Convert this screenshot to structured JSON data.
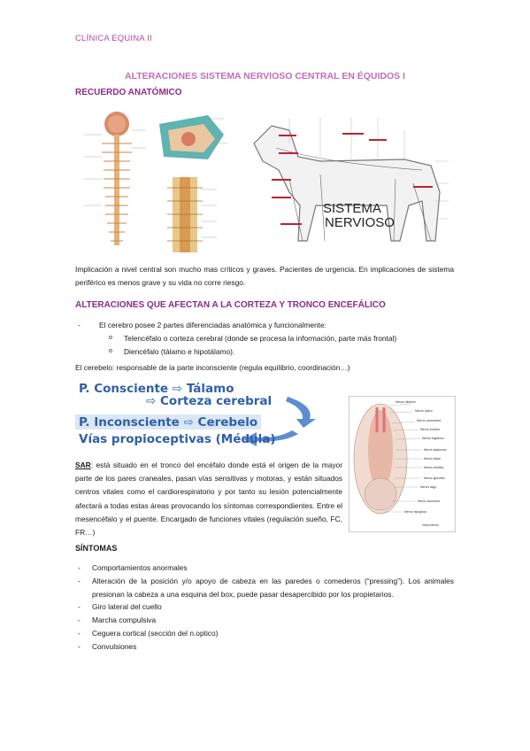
{
  "header": "CLÍNICA EQUINA II",
  "title": "ALTERACIONES SISTEMA NERVIOSO CENTRAL EN ÉQUIDOS I",
  "section1": {
    "heading": "RECUERDO ANATÓMICO",
    "figure_right_text": [
      "SISTEMA",
      "NERVIOSO"
    ]
  },
  "para1": "Implicación a nivel central son mucho mas críticos y graves. Pacientes de urgencia. En implicaciones de sistema periférico es menos grave y su vida no corre riesgo.",
  "section2": {
    "heading": "ALTERACIONES QUE AFECTAN A LA CORTEZA Y TRONCO ENCEFÁLICO",
    "bullet": "El cerebro posee 2 partes diferenciadas anatómica y funcionalmente:",
    "sub": [
      "Telencéfalo o corteza cerebral (donde se procesa la información, parte más frontal)",
      "Diencéfalo (tálamo e hipotálamo)."
    ],
    "cerebelo": "El cerebelo: responsable de la parte inconsciente (regula equilibrio, coordinación…)"
  },
  "diagram": {
    "line1_a": "P. Consciente",
    "line1_b": "Tálamo",
    "line2": "Corteza cerebral",
    "line3_a": "P. Inconsciente",
    "line3_b": "Cerebelo",
    "line4": "Vías propioceptivas (Médula)"
  },
  "brain_labels": [
    "Nervio olfatorio",
    "Nervio óptico",
    "Nervio oculomotor",
    "Nervio troclear",
    "Nervio trigémino",
    "Nervio abducens",
    "Nervio facial",
    "Nervio vestibul",
    "Nervio glosofarí",
    "Nervio vago",
    "Nervio accesorio",
    "Nervio hipogloso",
    "Vista inferior"
  ],
  "sar": {
    "label": "SAR",
    "text": ": está situado en el tronco del encéfalo donde está el origen de la mayor parte de los pares craneales, pasan vías sensitivas y motoras, y están situados centros vitales como el cardiorespiratorio y por tanto su lesión potencialmente afectará a todas estas áreas provocando los síntomas correspondientes. Entre el mesencéfalo y el puente. Encargado de funciones vitales (regulación sueño, FC, FR…)"
  },
  "symptoms": {
    "heading": "SÍNTOMAS",
    "items": [
      "Comportamientos anormales",
      "Alteración de la posición y/o apoyo de cabeza en las paredes o comederos (“pressing”). Los animales presionan la cabeza a una esquina del box, puede pasar desapercibido por los propietarios.",
      "Giro lateral del cuello",
      "Marcha compulsiva",
      "Ceguera cortical (sección del n.optico)",
      "Convulsiones"
    ]
  },
  "colors": {
    "header": "#b04aa6",
    "title": "#c26cba",
    "heading": "#8e2a86",
    "diagram_blue": "#2f5fa8"
  }
}
